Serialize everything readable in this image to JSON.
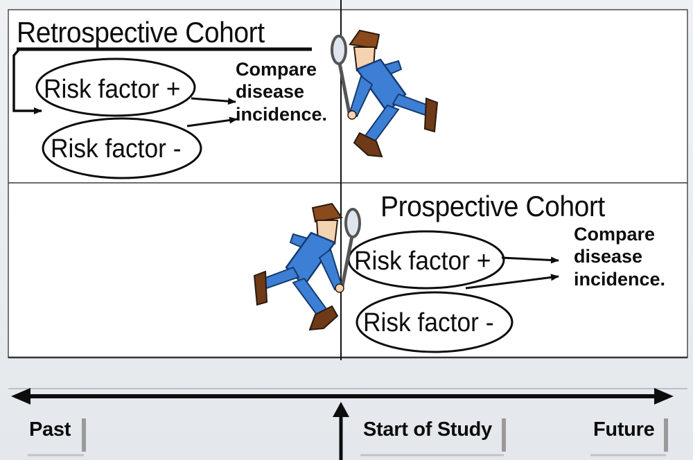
{
  "retrospective": {
    "title": "Retrospective Cohort",
    "compare_lines": [
      "Compare",
      "disease",
      "incidence."
    ],
    "exposed_label": "Risk factor +",
    "unexposed_label": "Risk factor -"
  },
  "prospective": {
    "title": "Prospective Cohort",
    "compare_lines": [
      "Compare",
      "disease",
      "incidence."
    ],
    "exposed_label": "Risk factor +",
    "unexposed_label": "Risk factor -"
  },
  "timeline": {
    "past_label": "Past",
    "start_label": "Start of Study",
    "future_label": "Future"
  },
  "icons": {
    "investigator": "detective-with-magnifying-glass-icon"
  },
  "colors": {
    "ink": "#0d0d0d",
    "panel": "#ffffff",
    "suit": "#3d7fd4",
    "hat": "#8a4a1c",
    "shoe": "#6e3a17"
  }
}
